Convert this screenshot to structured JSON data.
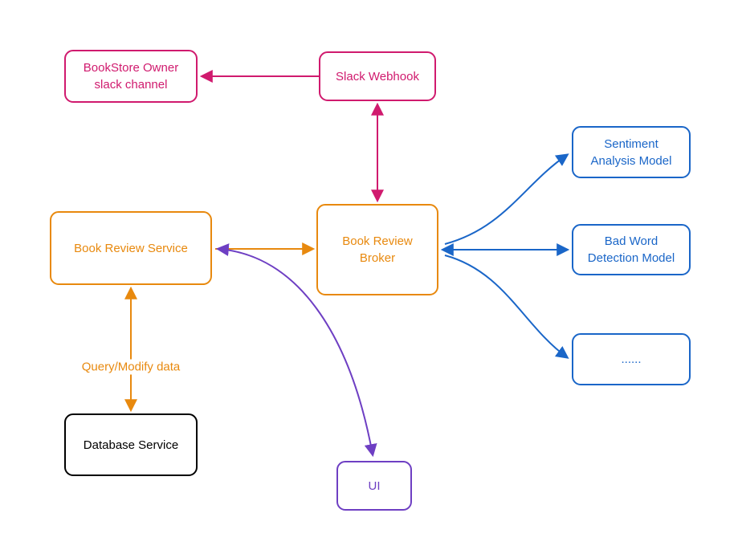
{
  "colors": {
    "pink": "#d01a6e",
    "orange": "#e8890e",
    "blue": "#1a66c8",
    "purple": "#6e3fc3",
    "black": "#000000"
  },
  "nodes": {
    "bookstore_owner": {
      "label": "BookStore Owner\nslack channel",
      "color": "pink"
    },
    "slack_webhook": {
      "label": "Slack Webhook",
      "color": "pink"
    },
    "book_review_service": {
      "label": "Book Review Service",
      "color": "orange"
    },
    "book_review_broker": {
      "label": "Book Review\nBroker",
      "color": "orange"
    },
    "sentiment_analysis_model": {
      "label": "Sentiment\nAnalysis Model",
      "color": "blue"
    },
    "bad_word_detection_model": {
      "label": "Bad Word\nDetection Model",
      "color": "blue"
    },
    "more_models": {
      "label": "......",
      "color": "blue"
    },
    "database_service": {
      "label": "Database Service",
      "color": "black"
    },
    "ui": {
      "label": "UI",
      "color": "purple"
    }
  },
  "edge_labels": {
    "query_modify": "Query/Modify data"
  }
}
